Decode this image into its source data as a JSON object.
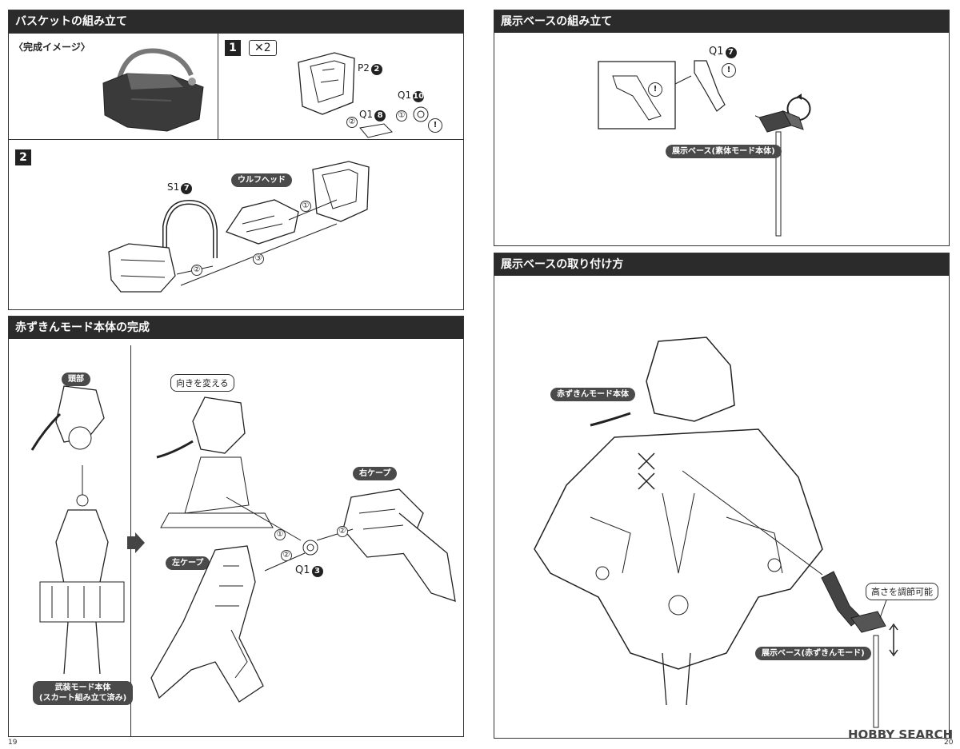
{
  "left": {
    "basket": {
      "title": "バスケットの組み立て",
      "preview_label": "〈完成イメージ〉",
      "step1": {
        "num": "1",
        "times": "✕2",
        "p2": "P2",
        "p2n": "2",
        "q1a": "Q1",
        "q1an": "10",
        "q1b": "Q1",
        "q1bn": "8",
        "s1": "①",
        "s2": "②",
        "warn": "!"
      },
      "step2": {
        "num": "2",
        "s1": "S1",
        "s1n": "7",
        "wolf": "ウルフヘッド",
        "a1": "①",
        "a2": "②",
        "a3": "③"
      }
    },
    "akazukin": {
      "title": "赤ずきんモード本体の完成",
      "head_label": "頭部",
      "armed_label_1": "武装モード本体",
      "armed_label_2": "(スカート組み立て済み)",
      "turn_label": "向きを変える",
      "right_cape": "右ケープ",
      "left_cape": "左ケープ",
      "q1": "Q1",
      "q1n": "3",
      "a1": "①",
      "a2": "②",
      "a2b": "②"
    },
    "page_number": "19"
  },
  "right": {
    "base_assembly": {
      "title": "展示ベースの組み立て",
      "q1": "Q1",
      "q1n": "7",
      "base_label": "展示ベース(素体モード本体)",
      "warn": "!"
    },
    "base_attach": {
      "title": "展示ベースの取り付け方",
      "body_label": "赤ずきんモード本体",
      "height_label": "高さを調節可能",
      "base_label": "展示ベース(赤ずきんモード)"
    },
    "page_number": "20"
  },
  "watermark": {
    "brand": "HOBBY SEARCH"
  }
}
